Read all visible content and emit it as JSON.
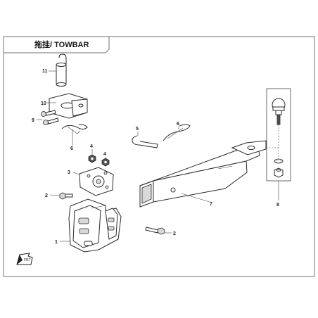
{
  "title": "拖挂/ TOWBAR",
  "callouts": {
    "c1": "1",
    "c2a": "2",
    "c2b": "2",
    "c3": "3",
    "c4a": "4",
    "c4b": "4",
    "c5": "5",
    "c6a": "6",
    "c6b": "6",
    "c7": "7",
    "c8": "8",
    "c9": "9",
    "c10": "10",
    "c11": "11"
  },
  "icons": {
    "front_arrow": "front-direction-arrow-icon"
  },
  "colors": {
    "line": "#333333",
    "frame": "#8a8a8a",
    "background": "#ffffff"
  }
}
